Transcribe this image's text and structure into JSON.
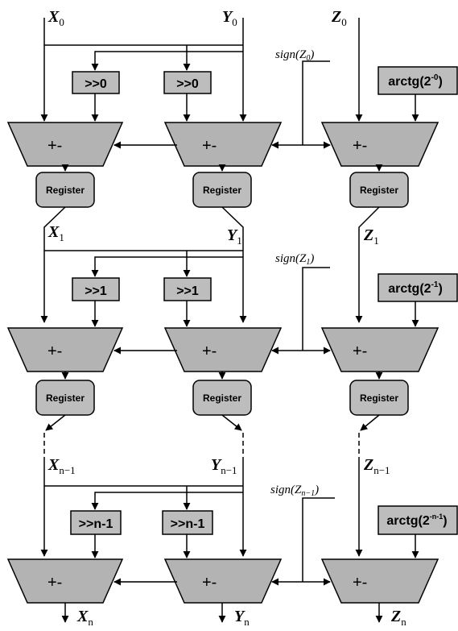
{
  "stages": [
    {
      "x_name": "X",
      "x_sub": "0",
      "y_name": "Y",
      "y_sub": "0",
      "z_name": "Z",
      "z_sub": "0",
      "shift_label": ">>0",
      "arctg_prefix": "arctg(2",
      "arctg_exp": "-0",
      "arctg_suffix": ")",
      "sign_prefix": "sign(Z",
      "sign_sub": "0",
      "sign_suffix": ")"
    },
    {
      "x_name": "X",
      "x_sub": "1",
      "y_name": "Y",
      "y_sub": "1",
      "z_name": "Z",
      "z_sub": "1",
      "shift_label": ">>1",
      "arctg_prefix": "arctg(2",
      "arctg_exp": "-1",
      "arctg_suffix": ")",
      "sign_prefix": "sign(Z",
      "sign_sub": "1",
      "sign_suffix": ")"
    },
    {
      "x_name": "X",
      "x_sub": "n−1",
      "y_name": "Y",
      "y_sub": "n−1",
      "z_name": "Z",
      "z_sub": "n−1",
      "shift_label": ">>n-1",
      "arctg_prefix": "arctg(2",
      "arctg_exp": "-n-1",
      "arctg_suffix": ")",
      "sign_prefix": "sign(Z",
      "sign_sub": "n−1",
      "sign_suffix": ")"
    }
  ],
  "register_label": "Register",
  "op_label": "+-",
  "outputs": {
    "x_name": "X",
    "x_sub": "n",
    "y_name": "Y",
    "y_sub": "n",
    "z_name": "Z",
    "z_sub": "n"
  }
}
